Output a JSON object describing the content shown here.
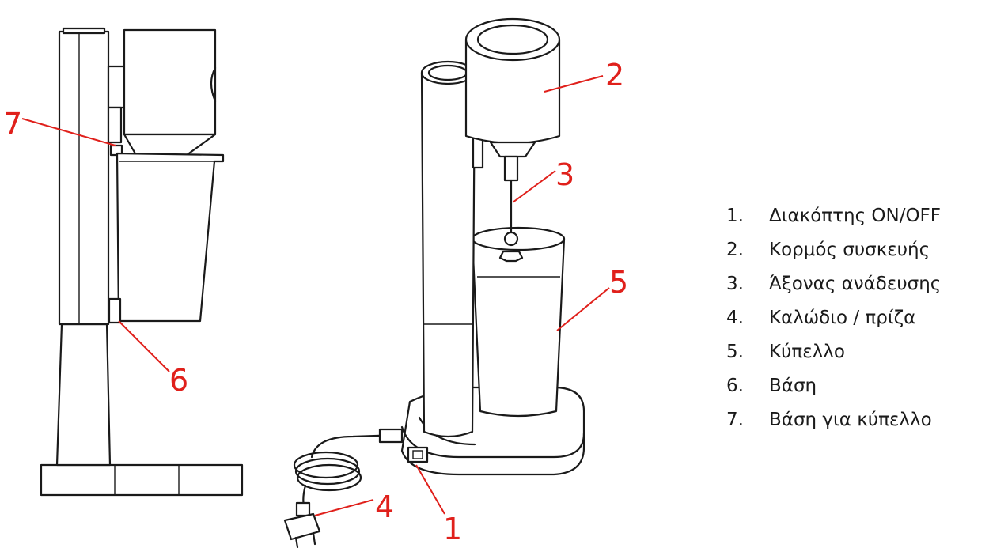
{
  "callouts": {
    "c1": "1",
    "c2": "2",
    "c3": "3",
    "c4": "4",
    "c5": "5",
    "c6": "6",
    "c7": "7"
  },
  "legend": [
    {
      "num": "1.",
      "label": "Διακόπτης ON/OFF"
    },
    {
      "num": "2.",
      "label": "Κορμός συσκευής"
    },
    {
      "num": "3.",
      "label": "Άξονας ανάδευσης"
    },
    {
      "num": "4.",
      "label": "Καλώδιο / πρίζα"
    },
    {
      "num": "5.",
      "label": "Κύπελλο"
    },
    {
      "num": "6.",
      "label": "Βάση"
    },
    {
      "num": "7.",
      "label": "Βάση για κύπελλο"
    }
  ],
  "colors": {
    "callout": "#e0201b",
    "line": "#1a1a1a",
    "background": "#ffffff"
  }
}
